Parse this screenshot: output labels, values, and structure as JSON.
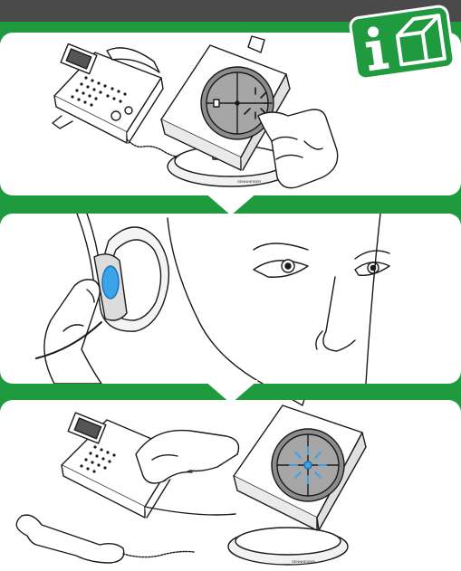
{
  "brand": "SENNHEISER",
  "colors": {
    "background_green": "#1f9a3f",
    "top_bar": "#4a4a4a",
    "panel": "#ffffff",
    "led_blue": "#3aa4e8",
    "line": "#1a1a1a"
  },
  "icons": {
    "badge": "info-icon",
    "badge_secondary": "house-outline-icon"
  },
  "steps": [
    {
      "illustration": "desk-phone-and-base-station-press-button"
    },
    {
      "illustration": "press-headset-button-beside-ear"
    },
    {
      "illustration": "dial-number-on-desk-phone-base-station-lit"
    }
  ]
}
